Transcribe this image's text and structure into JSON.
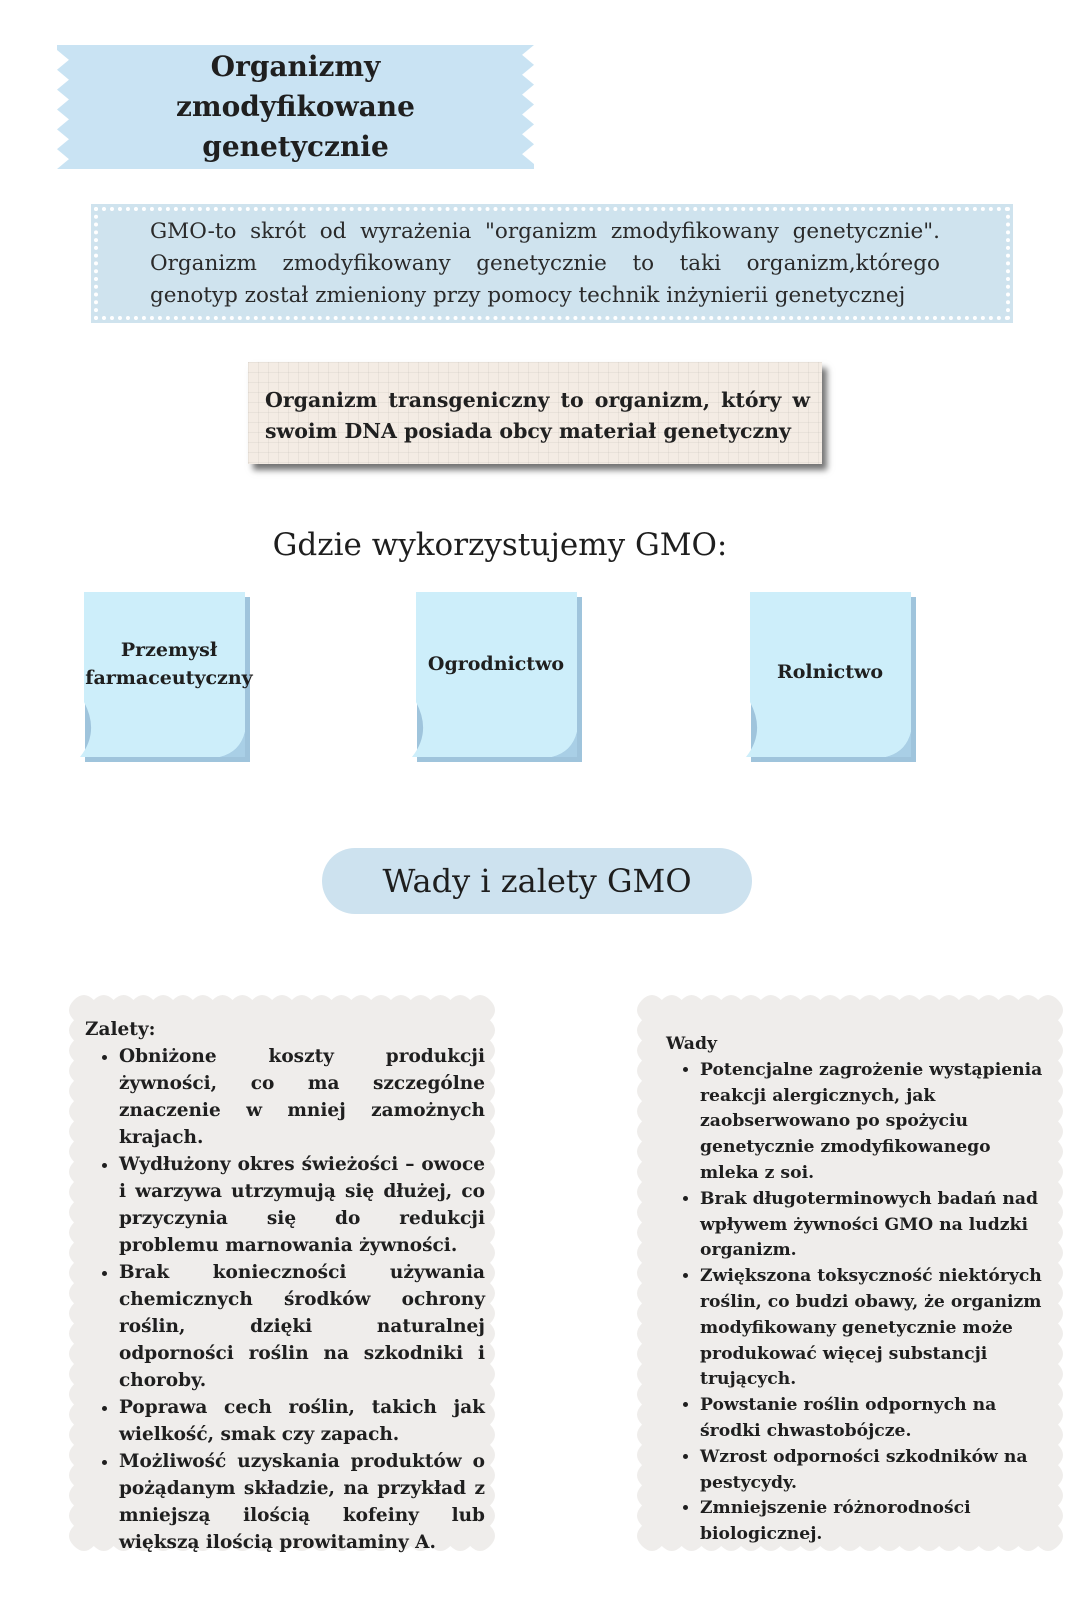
{
  "title": {
    "lines": [
      "Organizmy",
      "zmodyfikowane",
      "genetycznie"
    ]
  },
  "definition": {
    "text": "GMO-to skrót od wyrażenia \"organizm zmodyfikowany genetycznie\". Organizm zmodyfikowany genetycznie to taki organizm,którego genotyp został zmieniony przy pomocy technik inżynierii genetycznej"
  },
  "transgenic": {
    "text": "Organizm transgeniczny to organizm, który w swoim DNA posiada obcy materiał genetyczny"
  },
  "uses": {
    "heading": "Gdzie wykorzystujemy GMO:",
    "items": [
      {
        "line1": "Przemysł",
        "line2": "farmaceutyczny"
      },
      {
        "line1": "Ogrodnictwo",
        "line2": ""
      },
      {
        "line1": "Rolnictwo",
        "line2": ""
      }
    ]
  },
  "pros_cons_title": "Wady i zalety GMO",
  "pros": {
    "heading": "Zalety:",
    "items": [
      "Obniżone koszty produkcji żywności, co ma szczególne znaczenie w mniej zamożnych krajach.",
      "Wydłużony okres świeżości – owoce i warzywa utrzymują się dłużej, co przyczynia się do redukcji problemu marnowania żywności.",
      "Brak konieczności używania chemicznych środków ochrony roślin, dzięki naturalnej odporności roślin na szkodniki i choroby.",
      "Poprawa cech roślin, takich jak wielkość, smak czy zapach.",
      "Możliwość uzyskania produktów o pożądanym składzie, na przykład z mniejszą ilością kofeiny lub większą ilością prowitaminy A."
    ]
  },
  "cons": {
    "heading": "Wady",
    "items": [
      "Potencjalne zagrożenie wystąpienia reakcji alergicznych, jak zaobserwowano po spożyciu genetycznie zmodyfikowanego mleka z soi.",
      "Brak długoterminowych badań nad wpływem żywności GMO na ludzki organizm.",
      "Zwiększona toksyczność niektórych roślin, co budzi obawy, że organizm modyfikowany genetycznie może produkować więcej substancji trujących.",
      "Powstanie roślin odpornych na środki chwastobójcze.",
      "Wzrost odporności szkodników na pestycydy.",
      "Zmniejszenie różnorodności biologicznej."
    ]
  },
  "colors": {
    "banner": "#c9e3f3",
    "definition": "#cfe3ee",
    "transgenic": "#f4ece4",
    "note": "#cdeefa",
    "note_fold": "#a9cfe6",
    "pill": "#cde2ef",
    "panel": "#efedeb"
  }
}
